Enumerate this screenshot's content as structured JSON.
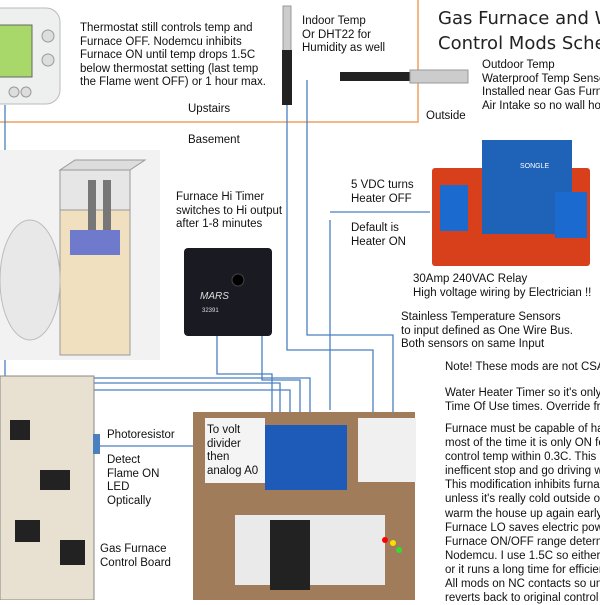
{
  "title": "Gas Furnace and Wa\nControl Mods Schem",
  "labels": {
    "thermostat": "Thermostat still controls temp and\nFurnace OFF. Nodemcu inhibits\nFurnace ON until temp drops 1.5C\nbelow thermostat setting (last temp\nthe Flame went OFF) or 1 hour max.",
    "indoor": "Indoor Temp\nOr DHT22 for\nHumidity as well",
    "outdoor": "Outdoor Temp\nWaterproof Temp Senso\nInstalled near Gas Furna\nAir Intake so no wall hol",
    "upstairs": "Upstairs",
    "basement": "Basement",
    "outside": "Outside",
    "hi_timer": "Furnace Hi Timer\nswitches to Hi output\nafter 1-8 minutes",
    "vdc": "5 VDC turns\nHeater OFF",
    "default": "Default is\nHeater ON",
    "relay": "30Amp 240VAC Relay\nHigh voltage wiring by Electrician !!",
    "stainless": "Stainless Temperature Sensors\nto input defined as One Wire Bus.\nBoth sensors on same Input",
    "note": "Note! These mods are not CSA",
    "water": "Water Heater Timer so it's only\nTime Of Use times. Override fro",
    "furnace_text": "Furnace must be capable of har\nmost of the time it is only ON fo\ncontrol temp within 0.3C. This is\ninefficent stop and go driving wit\nThis modification inhibits furnac\nunless it's really cold outside or\nwarm the house up again early i\nFurnace LO saves electric powe\nFurnace ON/OFF range determ\nNodemcu. I use 1.5C so either f\nor it runs a long time for efficien\nAll mods on NC contacts so unp\nreverts back to original control lo",
    "photoresistor": "Photoresistor",
    "detect": "Detect\nFlame ON\nLED\nOptically",
    "volt": "To volt\ndivider\nthen\nanalog A0",
    "control_board": "Gas Furnace\nControl Board",
    "relay_brand": "SONGLE",
    "timer_brand": "MARS",
    "timer_model": "32391"
  },
  "colors": {
    "zone_border": "#f0a060",
    "wire": "#4a7fc0",
    "relay_board": "#d8401c",
    "relay_cube": "#1e63b8"
  }
}
